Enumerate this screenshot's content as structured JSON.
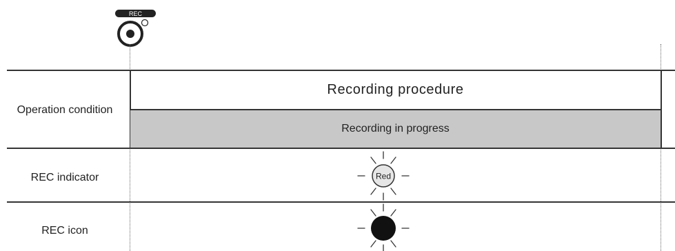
{
  "rec_button": {
    "badge_text": "REC"
  },
  "procedure": {
    "title": "Recording procedure"
  },
  "rows": {
    "operation_condition": {
      "label": "Operation condition",
      "status": "Recording in progress"
    },
    "rec_indicator": {
      "label": "REC indicator",
      "light_text": "Red"
    },
    "rec_icon": {
      "label": "REC icon"
    }
  }
}
